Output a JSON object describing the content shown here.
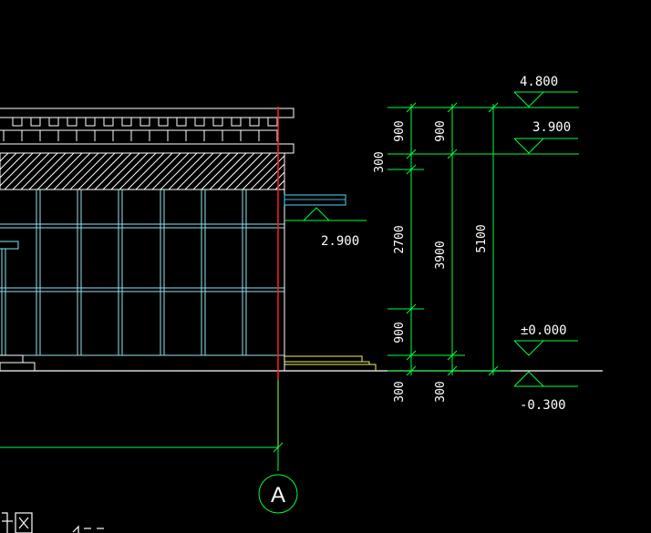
{
  "colors": {
    "background": "#000000",
    "white": "#ffffff",
    "green": "#00ff3c",
    "cyan": "#8fe3ef",
    "blue_cyan": "#3fb6d8",
    "red": "#ff2020",
    "yellow": "#f0f060"
  },
  "elevations": {
    "roof_top": "4.800",
    "roof_level": "3.900",
    "canopy_level": "2.900",
    "ground_level": "±0.000",
    "outdoor_level": "-0.300"
  },
  "dimensions": {
    "outer_total": "5100",
    "middle_floor": "3900",
    "middle_parapet": "900",
    "middle_plinth": "300",
    "inner_parapet": "900",
    "inner_slab": "300",
    "inner_window": "2700",
    "inner_sill": "900",
    "inner_plinth": "300"
  },
  "axis": {
    "label": "A"
  }
}
